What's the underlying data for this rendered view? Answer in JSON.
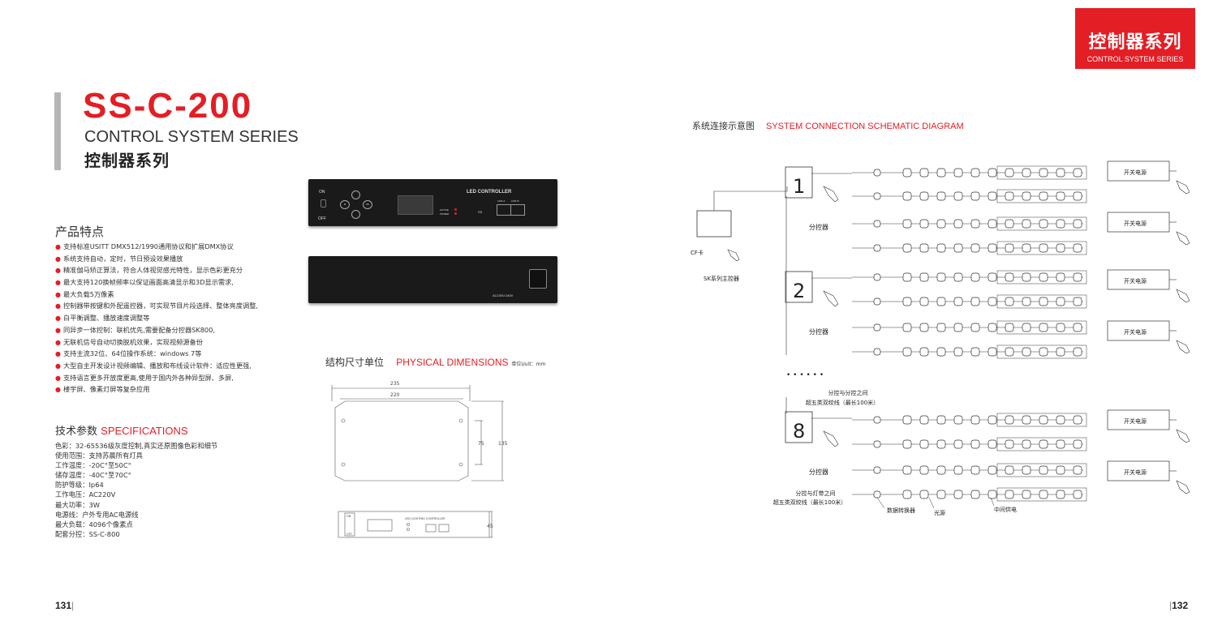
{
  "badge": {
    "cn": "控制器系列",
    "en": "CONTROL SYSTEM SERIES"
  },
  "header": {
    "model": "SS-C-200",
    "series_en": "CONTROL SYSTEM SERIES",
    "series_cn": "控制器系列"
  },
  "features": {
    "title": "产品特点",
    "items": [
      "支持标准USITT DMX512/1990通用协议和扩展DMX协议",
      "系统支持自动，定时，节日预设效果播放",
      "精准伽马矫正算法，符合人体视觉感光特性，显示色彩更充分",
      "最大支持120换帧频率以保证画面高清显示和3D显示需求,",
      "最大负载5万像素",
      "控制器带按键和外配遥控器，可实现节目片段选择、整体亮度调整,",
      "白平衡调整、播放速度调整等",
      "同异步一体控制：联机优先,需要配备分控器SK800,",
      "无联机信号自动切换脱机效果，实现视频源备份",
      "支持主流32位、64位操作系统：windows 7等",
      "大型自主开发设计视频编辑、播放和布线设计软件：适应性更强,",
      "支持语言更多开放度更高,使用于国内外各种异型屏、多屏,",
      "楼宇屏、像素灯屏等复杂应用"
    ]
  },
  "specs": {
    "title_cn": "技术参数",
    "title_en": "SPECIFICATIONS",
    "items": [
      "色彩：32-65536级灰度控制,真实还原图像色彩和细节",
      "使用范围：支持苏晨所有灯具",
      "工作温度：-20C°至50C°",
      "储存温度：-40C°至70C°",
      "防护等级：Ip64",
      "工作电压：AC220V",
      "最大功率：3W",
      "电源线：户外专用AC电源线",
      "最大负载：4096个像素点",
      "配套分控：SS-C-800"
    ]
  },
  "device_front": {
    "on": "ON",
    "off": "OFF",
    "label": "LED CONTROLLER",
    "btn_ok": "OK",
    "btn_m": "M",
    "link_a": "LINK A",
    "link_b": "LINK B",
    "active": "ACTIVE",
    "power": "POWER",
    "ss": "SS"
  },
  "device_back": {
    "voltage": "AC100V-240V"
  },
  "dimensions": {
    "title_cn": "结构尺寸单位",
    "title_en": "PHYSICAL DIMENSIONS",
    "unit": "单位Uuit：mm",
    "w_outer": "235",
    "w_inner": "220",
    "h_inner": "75",
    "h_outer": "135",
    "depth": "45",
    "side_label": "LED LIGHTING CONTROLLER",
    "side_on": "ON",
    "side_off": "OFF"
  },
  "schematic": {
    "title_cn": "系统连接示意图",
    "title_en": "SYSTEM CONNECTION SCHEMATIC DIAGRAM",
    "sub_label": "分控器",
    "power_label": "开关电源",
    "cf_label": "CF卡",
    "main_label": "SK系列主控器",
    "num1": "1",
    "num2": "2",
    "num8": "8",
    "dots": "• • •    • • •",
    "between_sub_1": "分控与分控之间",
    "between_sub_2": "超五类双绞线（最长100米）",
    "between_strip_1": "分控与灯带之间",
    "between_strip_2": "超五类双绞线（最长100米）",
    "converter": "数据转换器",
    "light": "光源",
    "mid_power": "中间供电"
  },
  "pages": {
    "left": "131",
    "right": "132"
  }
}
